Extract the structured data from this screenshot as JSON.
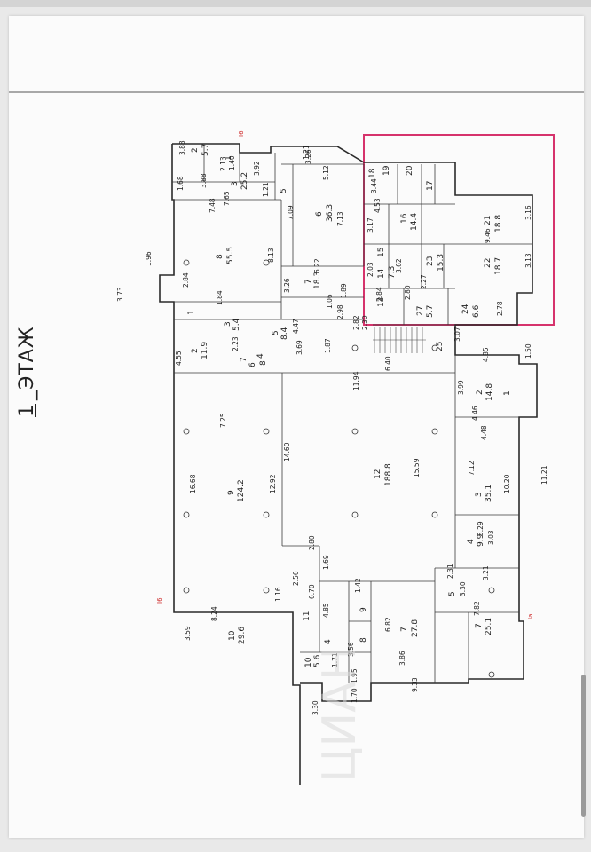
{
  "floor_title": {
    "number": "1",
    "label": "_ЭТАЖ"
  },
  "highlight_color": "#d6336c",
  "axis_marks": [
    "I6",
    "I6",
    "Ia"
  ],
  "watermark": "ЦИАН",
  "rooms": [
    {
      "id": "r1",
      "num": "1",
      "area": ""
    },
    {
      "id": "r2a",
      "num": "2",
      "area": "5.7"
    },
    {
      "id": "r3a",
      "num": "3",
      "area": "25.2"
    },
    {
      "id": "r5a",
      "num": "5",
      "area": ""
    },
    {
      "id": "r6a",
      "num": "6",
      "area": "36.3"
    },
    {
      "id": "r7a",
      "num": "7",
      "area": "18.3"
    },
    {
      "id": "r8a",
      "num": "8",
      "area": "55.5"
    },
    {
      "id": "r1b",
      "num": "1",
      "area": ""
    },
    {
      "id": "r2b",
      "num": "2",
      "area": "11.9"
    },
    {
      "id": "r3b",
      "num": "3",
      "area": "5.4"
    },
    {
      "id": "r4b",
      "num": "4",
      "area": ""
    },
    {
      "id": "r5b",
      "num": "5",
      "area": "8.4"
    },
    {
      "id": "r6b",
      "num": "6",
      "area": ""
    },
    {
      "id": "r7b",
      "num": "7",
      "area": ""
    },
    {
      "id": "r8b",
      "num": "8",
      "area": ""
    },
    {
      "id": "r9",
      "num": "9",
      "area": "124.2"
    },
    {
      "id": "r10",
      "num": "10",
      "area": "29.6"
    },
    {
      "id": "r11",
      "num": "11",
      "area": ""
    },
    {
      "id": "r12",
      "num": "12",
      "area": "188.8"
    },
    {
      "id": "r13",
      "num": "13",
      "area": ""
    },
    {
      "id": "r14",
      "num": "14",
      "area": "7.3"
    },
    {
      "id": "r15",
      "num": "15",
      "area": ""
    },
    {
      "id": "r16",
      "num": "16",
      "area": "14.4"
    },
    {
      "id": "r17",
      "num": "17",
      "area": ""
    },
    {
      "id": "r18",
      "num": "18",
      "area": ""
    },
    {
      "id": "r19",
      "num": "19",
      "area": ""
    },
    {
      "id": "r20",
      "num": "20",
      "area": ""
    },
    {
      "id": "r21",
      "num": "21",
      "area": "18.8"
    },
    {
      "id": "r22",
      "num": "22",
      "area": "18.7"
    },
    {
      "id": "r23",
      "num": "23",
      "area": "15.3"
    },
    {
      "id": "r24",
      "num": "24",
      "area": "6.6"
    },
    {
      "id": "r25",
      "num": "25",
      "area": ""
    },
    {
      "id": "r27",
      "num": "27",
      "area": "5.7"
    },
    {
      "id": "r2c",
      "num": "2",
      "area": "14.8"
    },
    {
      "id": "r1c",
      "num": "1",
      "area": ""
    },
    {
      "id": "r3c",
      "num": "3",
      "area": "35.1"
    },
    {
      "id": "r4c",
      "num": "4",
      "area": "9.9"
    },
    {
      "id": "r5c",
      "num": "5",
      "area": ""
    },
    {
      "id": "r7c",
      "num": "7",
      "area": "27.8"
    },
    {
      "id": "r7d",
      "num": "7",
      "area": "25.1"
    },
    {
      "id": "r8c",
      "num": "8",
      "area": ""
    },
    {
      "id": "r9c",
      "num": "9",
      "area": ""
    },
    {
      "id": "r10c",
      "num": "10",
      "area": "5.6"
    },
    {
      "id": "r4d",
      "num": "4",
      "area": ""
    }
  ],
  "dimensions": [
    "3.88",
    "2.13",
    "1.40",
    "3.92",
    "1.21",
    "1.68",
    "3.88",
    "7.65",
    "7.48",
    "1.21",
    "5.12",
    "3.26",
    "7.09",
    "7.13",
    "8.13",
    "6.22",
    "3.26",
    "1.84",
    "2.84",
    "1.96",
    "3.73",
    "4.55",
    "2.23",
    "4.47",
    "3.69",
    "1.87",
    "1.06",
    "2.98",
    "2.82",
    "1.89",
    "3.44",
    "4.53",
    "3.17",
    "2.03",
    "3.62",
    "2.27",
    "2.84",
    "2.30",
    "2.80",
    "9.46",
    "3.16",
    "3.13",
    "2.78",
    "4.85",
    "3.07",
    "1.50",
    "6.40",
    "11.94",
    "3.99",
    "4.46",
    "4.48",
    "7.12",
    "10.20",
    "11.21",
    "3.29",
    "3.03",
    "7.25",
    "16.68",
    "12.92",
    "14.60",
    "15.59",
    "2.80",
    "1.69",
    "2.56",
    "1.16",
    "8.24",
    "3.59",
    "4.85",
    "1.42",
    "6.82",
    "3.86",
    "1.70",
    "6.70",
    "1.71",
    "3.56",
    "1.95",
    "9.33",
    "3.30",
    "3.21",
    "3.30",
    "2.31",
    "7.82"
  ]
}
